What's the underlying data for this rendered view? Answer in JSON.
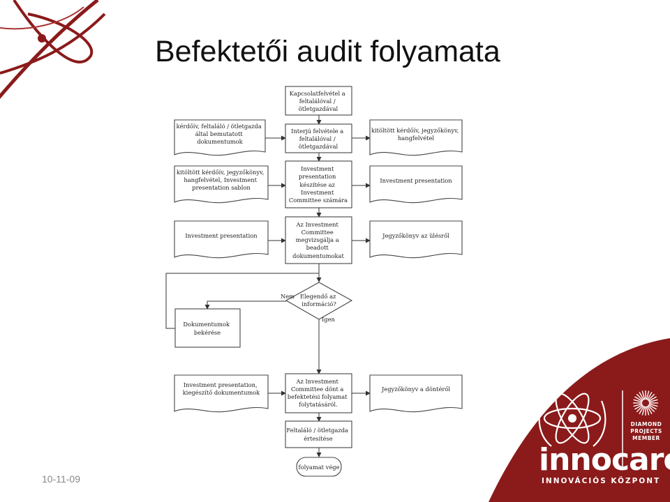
{
  "slide": {
    "title": "Befektetői audit folyamata",
    "date": "10-11-09"
  },
  "flowchart": {
    "process": {
      "p1": [
        "Kapcsolatfelvétel a",
        "feltalálóval /",
        "ötletgazdával"
      ],
      "p2": [
        "Interjú felvétele a",
        "feltalálóval /",
        "ötletgazdával"
      ],
      "p3": [
        "Investment",
        "presentation",
        "készítése az",
        "Investment",
        "Committee számára"
      ],
      "p4": [
        "Az Investment",
        "Committee",
        "megvizsgálja a",
        "beadott",
        "dokumentumokat"
      ],
      "decision": [
        "Elegendő az",
        "információ?"
      ],
      "p5": [
        "Dokumentumok",
        "bekérése"
      ],
      "p6": [
        "Az Investment",
        "Committee dönt a",
        "befektetési folyamat",
        "folytatásáról."
      ],
      "p7": [
        "Feltaláló / ötletgazda",
        "értesítése"
      ],
      "end": [
        "folyamat vége"
      ]
    },
    "documents": {
      "in1": [
        "kérdőív, feltaláló / ötletgazda",
        "által bemutatott",
        "dokumentumok"
      ],
      "out1": [
        "kitöltött kérdőív, jegyzőkönyv,",
        "hangfelvétel"
      ],
      "in2": [
        "kitöltött kérdőív, jegyzőkönyv,",
        "hangfelvétel, Investment",
        "presentation sablon"
      ],
      "out2": [
        "Investment presentation"
      ],
      "in3": [
        "Investment presentation"
      ],
      "out3": [
        "Jegyzőkönyv az ülésről"
      ],
      "in4": [
        "Investment presentation,",
        "kiegészítő dokumentumok"
      ],
      "out4": [
        "Jegyzőkönyv a döntéről"
      ]
    },
    "labels": {
      "no": "Nem",
      "yes": "Igen"
    }
  },
  "branding": {
    "name": "innocare",
    "tagline": "INNOVÁCIÓS KÖZPONT",
    "badge": [
      "DIAMOND",
      "PROJECTS",
      "MEMBER"
    ],
    "accent_color": "#8b1a1a"
  }
}
